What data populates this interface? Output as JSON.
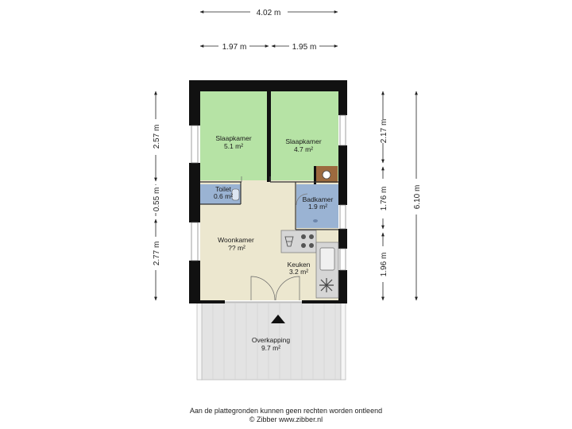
{
  "dimensions": {
    "total_width": "4.02 m",
    "width_left": "1.97 m",
    "width_right": "1.95 m",
    "left_top": "2.57 m",
    "left_middle": "0.55 m",
    "left_bottom": "2.77 m",
    "right_top": "2.17 m",
    "right_middle": "1.76 m",
    "right_bottom": "1.96 m",
    "total_depth": "6.10 m"
  },
  "rooms": {
    "slaapkamer_1": {
      "name": "Slaapkamer",
      "area": "5.1 m²"
    },
    "slaapkamer_2": {
      "name": "Slaapkamer",
      "area": "4.7 m²"
    },
    "toilet": {
      "name": "Toilet",
      "area": "0.6 m²"
    },
    "badkamer": {
      "name": "Badkamer",
      "area": "1.9 m²"
    },
    "woonkamer": {
      "name": "Woonkamer",
      "area": "?? m²"
    },
    "keuken": {
      "name": "Keuken",
      "area": "3.2 m²"
    },
    "overkapping": {
      "name": "Overkapping",
      "area": "9.7 m²"
    }
  },
  "footer": {
    "line1": "Aan de plattegronden kunnen geen rechten worden ontleend",
    "line2": "© Zibber www.zibber.nl"
  },
  "colors": {
    "bedroom": "#b6e3a5",
    "living": "#ece7cf",
    "bathroom": "#9ab3d3",
    "terrace": "#e3e3e3",
    "wall": "#111111"
  }
}
